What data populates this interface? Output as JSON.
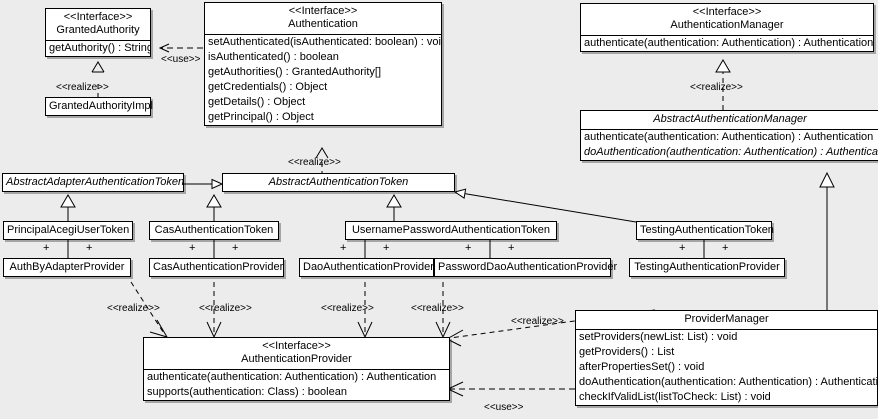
{
  "diagram": {
    "type": "uml-class-diagram",
    "background": "#ececec",
    "line_color": "#000000",
    "box_fill": "#ffffff"
  },
  "classes": {
    "granted_authority": {
      "stereotype": "<<Interface>>",
      "name": "GrantedAuthority",
      "operations": [
        "getAuthority() : String"
      ]
    },
    "granted_authority_impl": {
      "name": "GrantedAuthorityImpl"
    },
    "authentication": {
      "stereotype": "<<Interface>>",
      "name": "Authentication",
      "operations": [
        "setAuthenticated(isAuthenticated: boolean) : void",
        "isAuthenticated() : boolean",
        "getAuthorities() : GrantedAuthority[]",
        "getCredentials() : Object",
        "getDetails() : Object",
        "getPrincipal() : Object"
      ]
    },
    "authentication_manager": {
      "stereotype": "<<Interface>>",
      "name": "AuthenticationManager",
      "operations": [
        "authenticate(authentication: Authentication) : Authentication"
      ]
    },
    "abstract_authentication_manager": {
      "name": "AbstractAuthenticationManager",
      "operations": [
        "authenticate(authentication: Authentication) : Authentication",
        "doAuthentication(authentication: Authentication) : Authentication"
      ]
    },
    "abstract_adapter_authentication_token": {
      "name": "AbstractAdapterAuthenticationToken"
    },
    "abstract_authentication_token": {
      "name": "AbstractAuthenticationToken"
    },
    "principal_acegi_user_token": {
      "name": "PrincipalAcegiUserToken"
    },
    "cas_authentication_token": {
      "name": "CasAuthenticationToken"
    },
    "username_password_authentication_token": {
      "name": "UsernamePasswordAuthenticationToken"
    },
    "testing_authentication_token": {
      "name": "TestingAuthenticationToken"
    },
    "auth_by_adapter_provider": {
      "name": "AuthByAdapterProvider"
    },
    "cas_authentication_provider": {
      "name": "CasAuthenticationProvider"
    },
    "dao_authentication_provider": {
      "name": "DaoAuthenticationProvider"
    },
    "password_dao_authentication_provider": {
      "name": "PasswordDaoAuthenticationProvider"
    },
    "testing_authentication_provider": {
      "name": "TestingAuthenticationProvider"
    },
    "authentication_provider": {
      "stereotype": "<<Interface>>",
      "name": "AuthenticationProvider",
      "operations": [
        "authenticate(authentication: Authentication) : Authentication",
        "supports(authentication: Class) : boolean"
      ]
    },
    "provider_manager": {
      "name": "ProviderManager",
      "operations": [
        "setProviders(newList: List) : void",
        "getProviders() : List",
        "afterPropertiesSet() : void",
        "doAuthentication(authentication: Authentication) : Authentication",
        "checkIfValidList(listToCheck: List) : void"
      ]
    }
  },
  "relations": {
    "use_auth_to_grantedauthority": "<<use>>",
    "realize_grantedauthorityimpl": "<<realize>>",
    "realize_abstract_auth_token": "<<realize>>",
    "realize_abstract_auth_manager": "<<realize>>",
    "realize_authbyadapter": "<<realize>>",
    "realize_cas_provider": "<<realize>>",
    "realize_dao_provider": "<<realize>>",
    "realize_passworddao_provider": "<<realize>>",
    "realize_provider_manager": "<<realize>>",
    "use_providermanager_to_authprovider": "<<use>>",
    "assoc_plus": "+"
  }
}
